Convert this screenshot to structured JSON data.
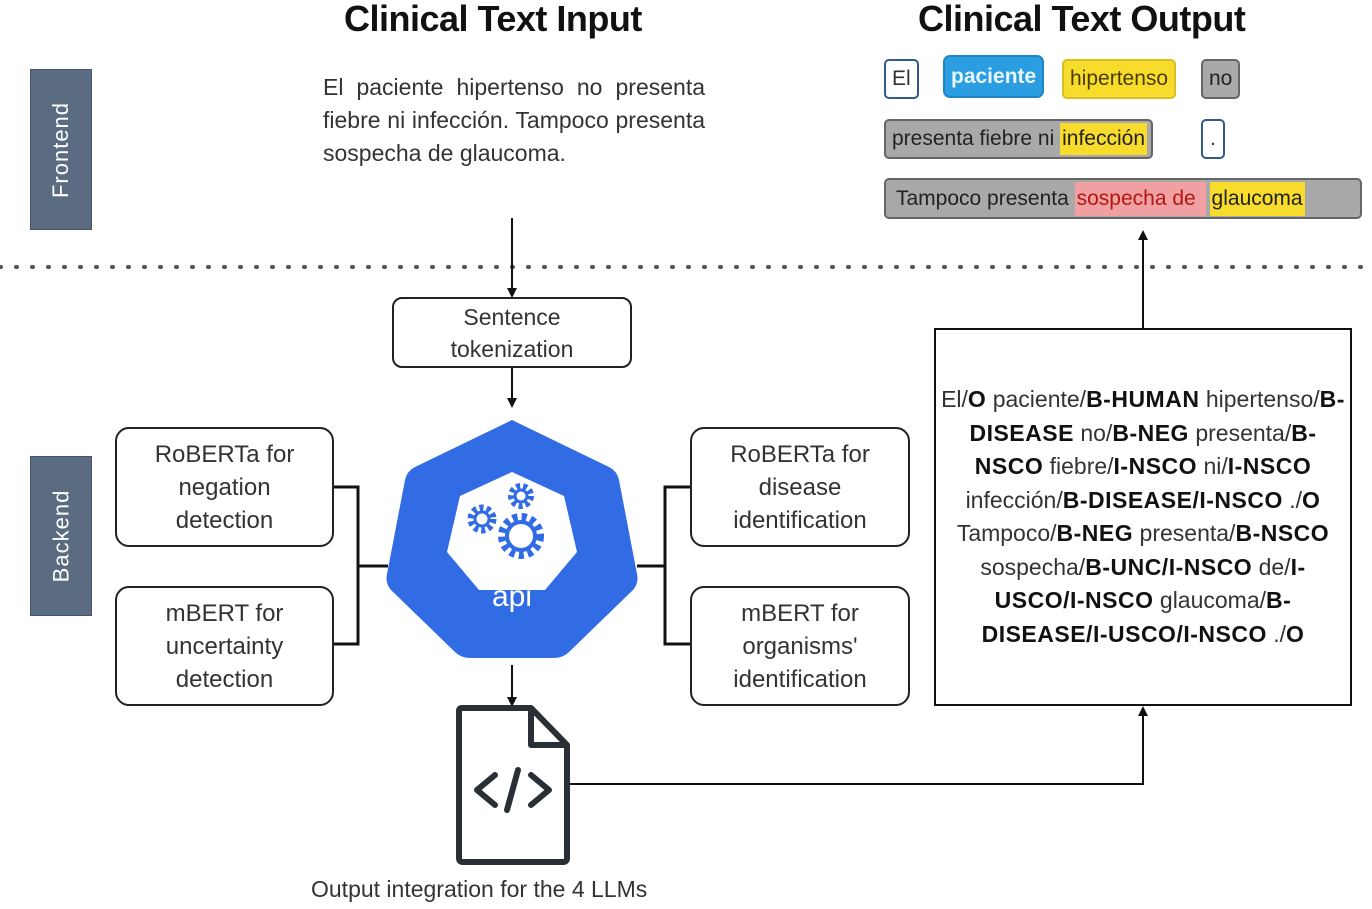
{
  "titles": {
    "input": "Clinical Text Input",
    "output": "Clinical Text Output"
  },
  "lanes": {
    "frontend": "Frontend",
    "backend": "Backend"
  },
  "input_text": "El paciente hipertenso no presenta fiebre ni infección. Tampoco presenta sospecha de glaucoma.",
  "sentence_tokenization": {
    "line1": "Sentence",
    "line2": "tokenization"
  },
  "api": {
    "label": "api",
    "color": "#326ce5",
    "icon": "gears-icon"
  },
  "models": [
    {
      "line1": "RoBERTa for",
      "line2": "negation",
      "line3": "detection"
    },
    {
      "line1": "mBERT for",
      "line2": "uncertainty",
      "line3": "detection"
    },
    {
      "line1": "RoBERTa for",
      "line2": "disease",
      "line3": "identification"
    },
    {
      "line1": "mBERT for",
      "line2": "organisms'",
      "line3": "identification"
    }
  ],
  "integration": {
    "caption": "Output integration for the 4 LLMs",
    "icon": "code-file-icon"
  },
  "tagged_output": [
    {
      "word": "El",
      "tag": "O"
    },
    {
      "word": "paciente",
      "tag": "B-HUMAN"
    },
    {
      "word": "hipertenso",
      "tag": "B-DISEASE"
    },
    {
      "word": "no",
      "tag": "B-NEG"
    },
    {
      "word": "presenta",
      "tag": "B-NSCO"
    },
    {
      "word": "fiebre",
      "tag": "I-NSCO"
    },
    {
      "word": "ni",
      "tag": "I-NSCO"
    },
    {
      "word": "infección",
      "tag": "B-DISEASE/I-NSCO"
    },
    {
      "word": ".",
      "tag": "O"
    },
    {
      "word": "Tampoco",
      "tag": "B-NEG"
    },
    {
      "word": "presenta",
      "tag": "B-NSCO"
    },
    {
      "word": "sospecha",
      "tag": "B-UNC/I-NSCO"
    },
    {
      "word": "de",
      "tag": "I-USCO/I-NSCO"
    },
    {
      "word": "glaucoma",
      "tag": "B-DISEASE/I-USCO/I-NSCO"
    },
    {
      "word": ".",
      "tag": "O"
    }
  ],
  "output_chips": {
    "row1": [
      {
        "text": "El",
        "type": "plain"
      },
      {
        "text": "paciente",
        "type": "human"
      },
      {
        "text": "hipertenso",
        "type": "disease"
      },
      {
        "text": "no",
        "type": "negation-cue"
      }
    ],
    "row2": {
      "scope_text": "presenta fiebre ni ",
      "scope_disease": "infección",
      "period": "."
    },
    "row3": {
      "scope_text": "Tampoco presenta ",
      "uncertainty_text": "sospecha de ",
      "scope_disease": "glaucoma"
    }
  },
  "colors": {
    "human": "#2a9ee0",
    "disease": "#f7dc2b",
    "scope": "#a9a9a9",
    "uncertainty": "#f0a0a0",
    "lane_label": "#5b6b82"
  }
}
